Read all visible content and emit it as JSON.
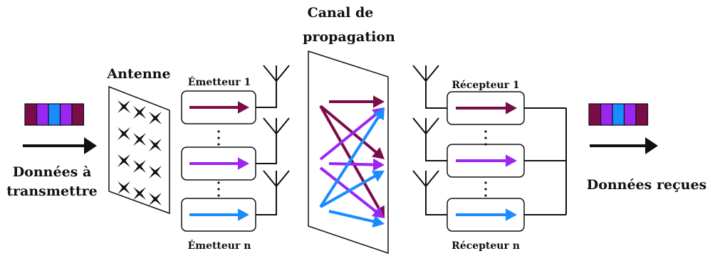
{
  "labels": {
    "input_line1": "Données à",
    "input_line2": "transmettre",
    "antenna": "Antenne",
    "channel_line1": "Canal de",
    "channel_line2": "propagation",
    "tx_first": "Émetteur 1",
    "tx_last": "Émetteur n",
    "rx_first": "Récepteur 1",
    "rx_last": "Récepteur n",
    "output": "Données reçues"
  },
  "colors": {
    "stream_1": "#7a0d48",
    "stream_2": "#9b26f2",
    "stream_3": "#1a8cff",
    "block_fill": "#ffffff",
    "panel_fill": "#ffffff",
    "stroke": "#111111"
  },
  "data_block_cells": [
    "stream_1",
    "stream_2",
    "stream_3",
    "stream_2",
    "stream_1"
  ],
  "antenna_symbol_grid": {
    "rows": 4,
    "cols": 3,
    "icon": "four-point-star-icon"
  },
  "transmitters": [
    {
      "stream": "stream_1",
      "antenna_icon": "tx-antenna-icon"
    },
    {
      "stream": "stream_2",
      "antenna_icon": "tx-antenna-icon"
    },
    {
      "stream": "stream_3",
      "antenna_icon": "tx-antenna-icon"
    }
  ],
  "receivers": [
    {
      "stream": "stream_1",
      "antenna_icon": "rx-antenna-icon"
    },
    {
      "stream": "stream_2",
      "antenna_icon": "rx-antenna-icon"
    },
    {
      "stream": "stream_3",
      "antenna_icon": "rx-antenna-icon"
    }
  ],
  "channel_rays": [
    {
      "from": 0,
      "to": 0,
      "stream": "stream_1"
    },
    {
      "from": 0,
      "to": 1,
      "stream": "stream_1"
    },
    {
      "from": 0,
      "to": 2,
      "stream": "stream_1"
    },
    {
      "from": 1,
      "to": 1,
      "stream": "stream_2"
    },
    {
      "from": 1,
      "to": 0,
      "stream": "stream_2"
    },
    {
      "from": 1,
      "to": 2,
      "stream": "stream_2"
    },
    {
      "from": 2,
      "to": 2,
      "stream": "stream_3"
    },
    {
      "from": 2,
      "to": 0,
      "stream": "stream_3"
    },
    {
      "from": 2,
      "to": 1,
      "stream": "stream_3"
    }
  ]
}
